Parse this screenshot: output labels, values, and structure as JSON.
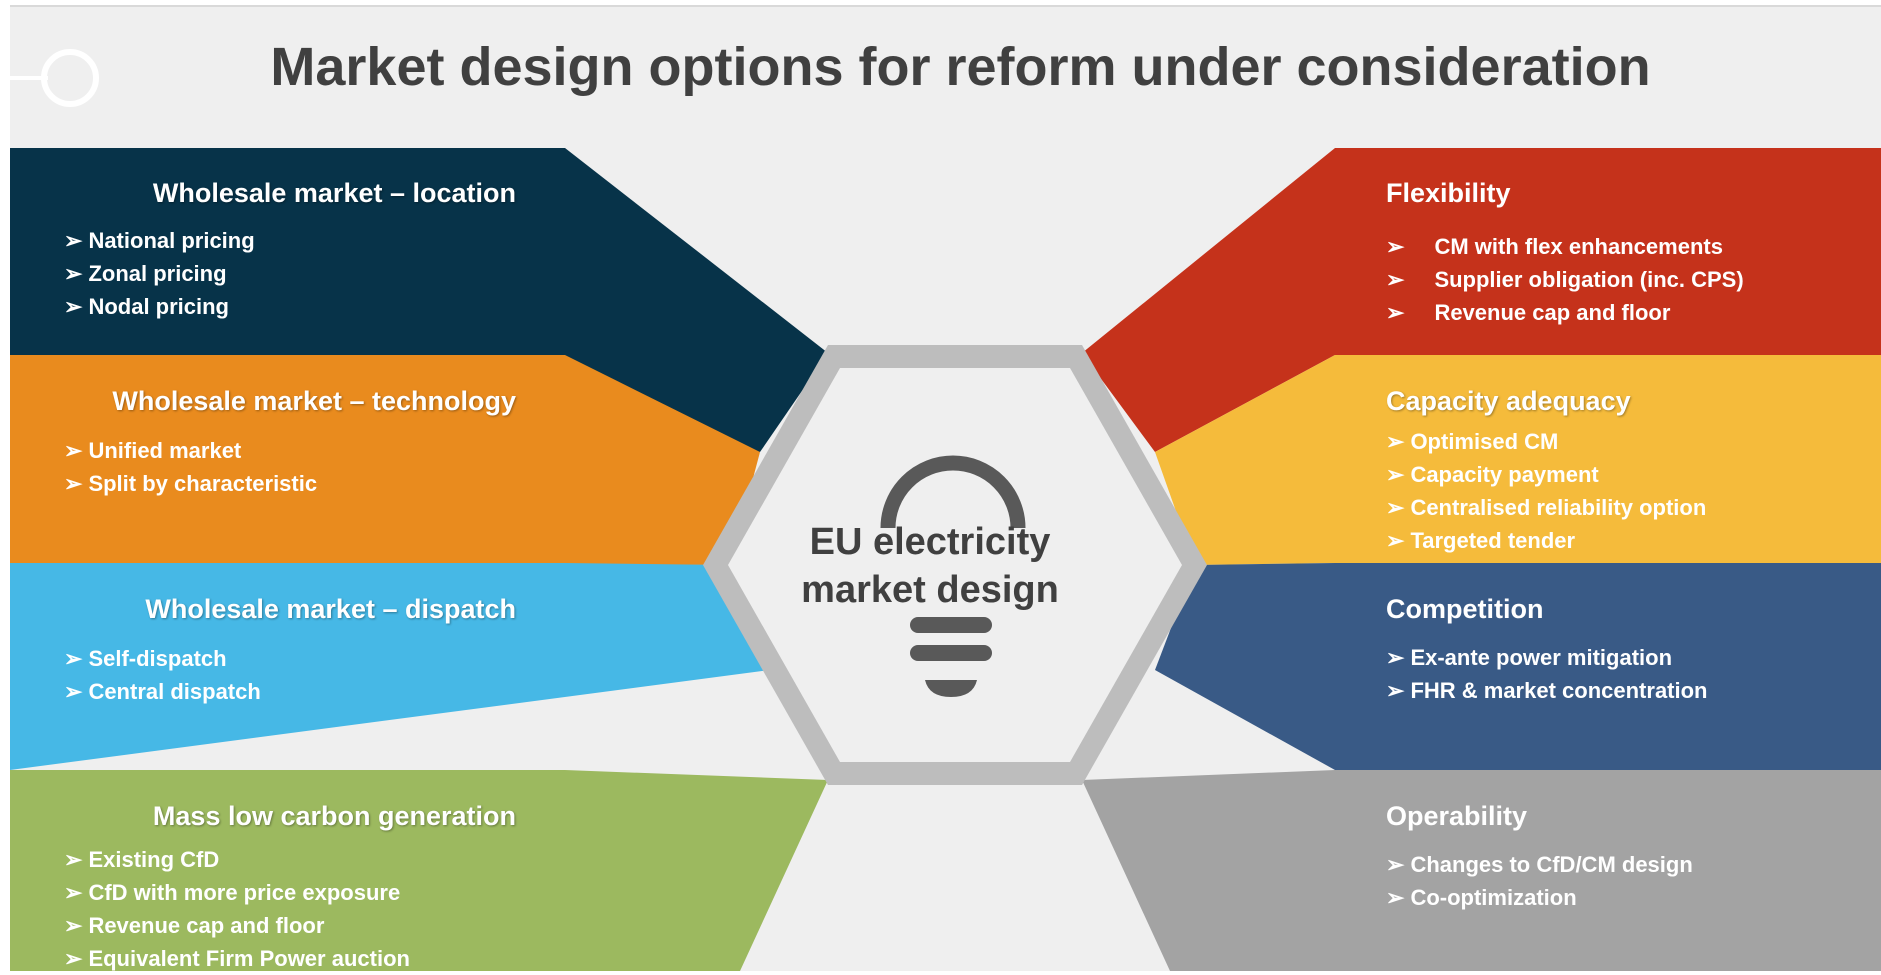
{
  "title": "Market design options for reform under consideration",
  "hub": {
    "line1": "EU electricity",
    "line2": "market design",
    "icon": "lightbulb-icon"
  },
  "left_bands": [
    {
      "heading": "Wholesale market – location",
      "color": "#073349",
      "items": [
        "National pricing",
        "Zonal pricing",
        "Nodal pricing"
      ]
    },
    {
      "heading": "Wholesale market – technology",
      "color": "#e98b1e",
      "items": [
        "Unified market",
        "Split by characteristic"
      ]
    },
    {
      "heading": "Wholesale market – dispatch",
      "color": "#46b8e6",
      "items": [
        "Self-dispatch",
        "Central dispatch"
      ]
    },
    {
      "heading": "Mass low carbon generation",
      "color": "#9cb95f",
      "items": [
        "Existing CfD",
        "CfD with more price exposure",
        "Revenue cap and floor",
        "Equivalent Firm Power auction"
      ]
    }
  ],
  "right_bands": [
    {
      "heading": "Flexibility",
      "color": "#c5321b",
      "items": [
        "CM with flex enhancements",
        "Supplier obligation (inc. CPS)",
        "Revenue cap and floor"
      ]
    },
    {
      "heading": "Capacity adequacy",
      "color": "#f5bb3b",
      "items": [
        "Optimised CM",
        "Capacity payment",
        "Centralised reliability option",
        "Targeted tender"
      ]
    },
    {
      "heading": "Competition",
      "color": "#395a86",
      "items": [
        "Ex-ante power mitigation",
        "FHR & market concentration"
      ]
    },
    {
      "heading": "Operability",
      "color": "#a3a3a3",
      "items": [
        "Changes to CfD/CM design",
        "Co-optimization"
      ]
    }
  ],
  "bullet_glyph": "➢"
}
